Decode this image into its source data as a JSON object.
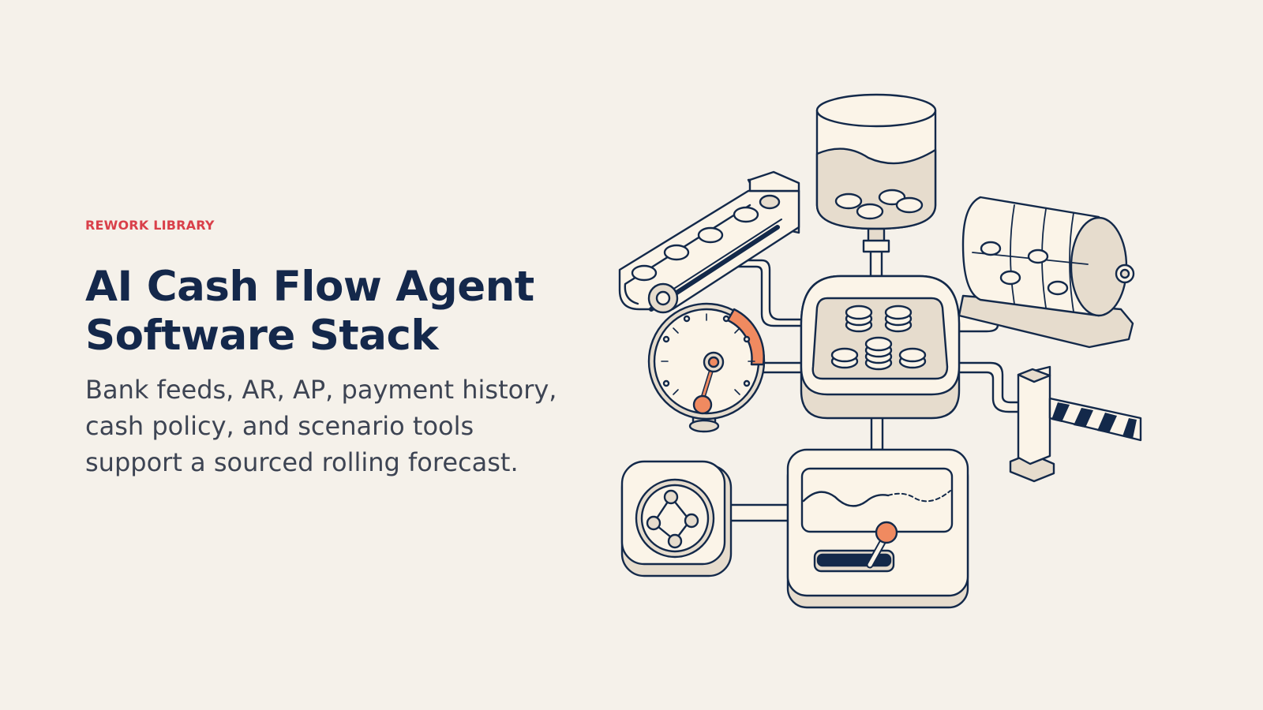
{
  "hero": {
    "eyebrow": "REWORK LIBRARY",
    "title_line_1": "AI Cash Flow Agent",
    "title_line_2": "Software Stack",
    "subtitle": "Bank feeds, AR, AP, payment history, cash policy, and scenario tools support a sourced rolling forecast."
  },
  "colors": {
    "background": "#f5f1ea",
    "eyebrow": "#d9404a",
    "title": "#14284b",
    "subtitle": "#3d4453",
    "ink": "#13294a",
    "fill_light": "#fbf4e8",
    "fill_mid": "#e6dccd",
    "accent": "#f08a60"
  },
  "illustration": {
    "icons": [
      "coin-conveyor-icon",
      "coin-reservoir-icon",
      "cash-hub-icon",
      "coin-drum-icon",
      "pressure-gauge-icon",
      "barrier-gate-icon",
      "network-node-icon",
      "forecast-monitor-icon"
    ]
  }
}
